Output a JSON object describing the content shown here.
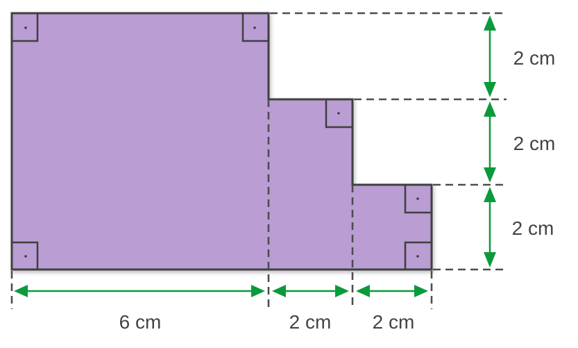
{
  "labels": {
    "bottom_left": "6 cm",
    "bottom_middle": "2 cm",
    "bottom_right": "2 cm",
    "right_top": "2 cm",
    "right_middle": "2 cm",
    "right_bottom": "2 cm"
  },
  "colors": {
    "fill": "#b99dd3",
    "outline": "#3f3f3f",
    "dimension": "#0a9a3c",
    "text": "#444444"
  }
}
